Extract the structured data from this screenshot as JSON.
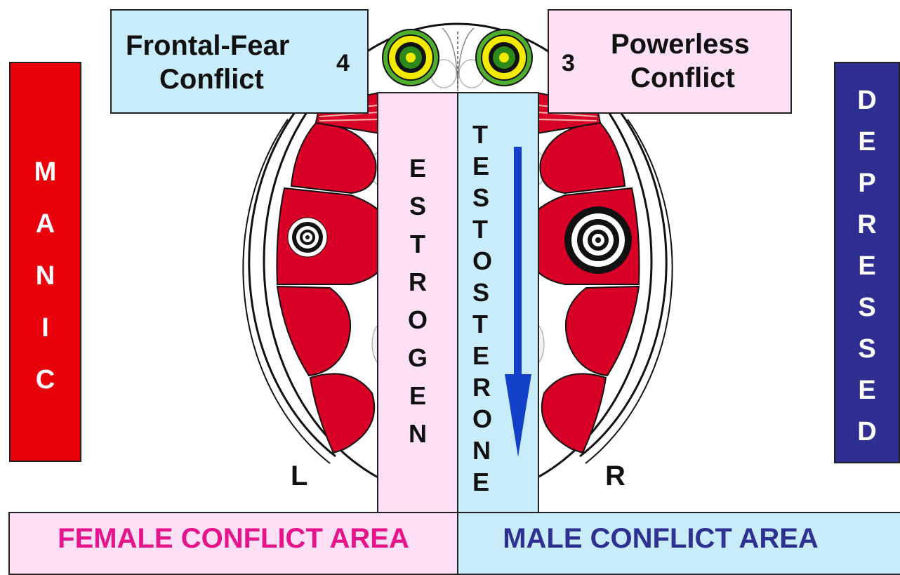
{
  "side_bars": {
    "left": {
      "letters": [
        "M",
        "A",
        "N",
        "I",
        "C"
      ],
      "color": "#e8000b"
    },
    "right": {
      "letters": [
        "D",
        "E",
        "P",
        "R",
        "E",
        "S",
        "S",
        "E",
        "D"
      ],
      "color": "#2e2f91"
    }
  },
  "conflict_boxes": {
    "left": {
      "line1": "Frontal-Fear",
      "line2": "Conflict",
      "number": "4"
    },
    "right": {
      "line1": "Powerless",
      "line2": "Conflict",
      "number": "3"
    }
  },
  "hormones": {
    "left": {
      "letters": [
        "E",
        "S",
        "T",
        "R",
        "O",
        "G",
        "E",
        "N"
      ]
    },
    "right": {
      "letters": [
        "T",
        "E",
        "S",
        "T",
        "O",
        "S",
        "T",
        "E",
        "R",
        "O",
        "N",
        "E"
      ]
    }
  },
  "hemisphere_labels": {
    "left": "L",
    "right": "R"
  },
  "bottom_bar": {
    "left": "FEMALE CONFLICT AREA",
    "right": "MALE CONFLICT AREA"
  },
  "colors": {
    "pink_box": "#fde0f5",
    "blue_box": "#c9ecfb",
    "lobe_red": "#d90028",
    "female_text": "#e6148a",
    "male_text": "#2e3192",
    "arrow": "#1340c8"
  }
}
